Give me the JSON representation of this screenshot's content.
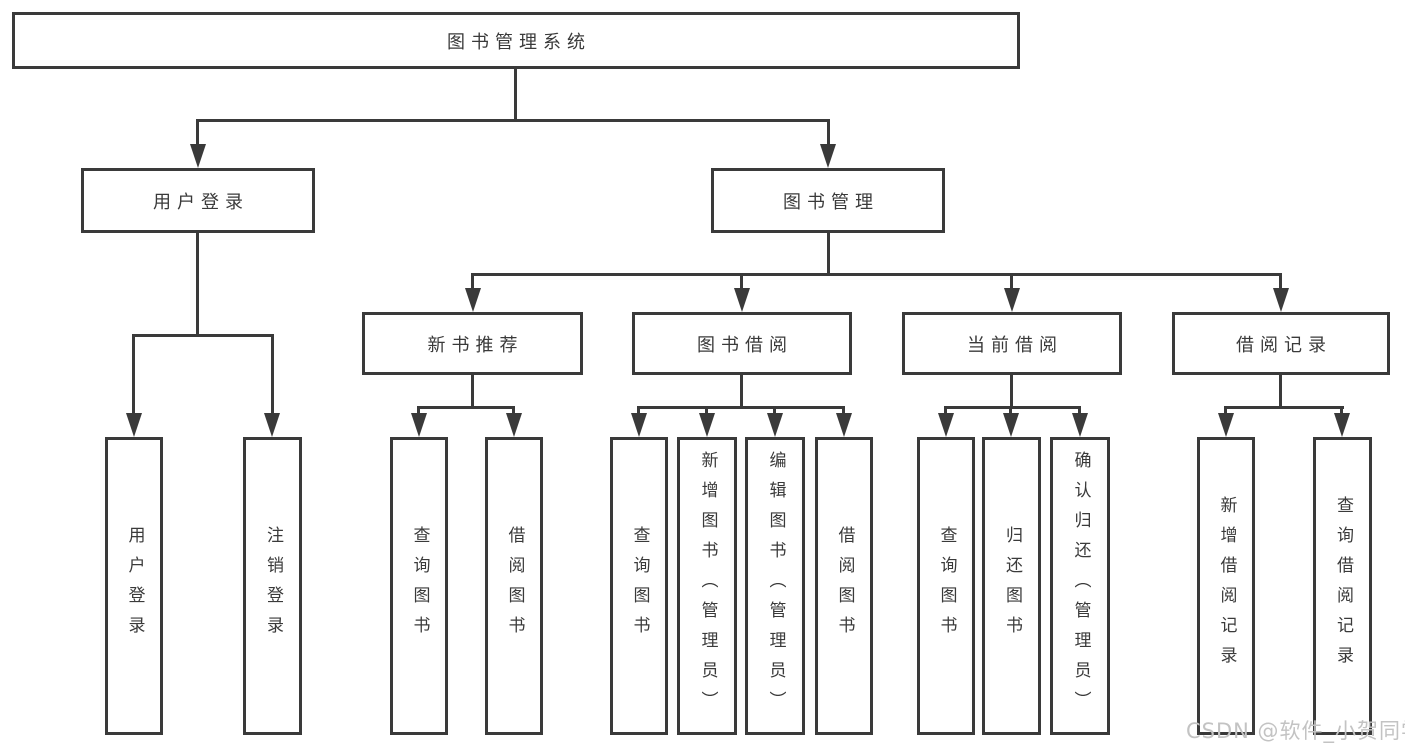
{
  "diagram": {
    "title": "图书管理系统",
    "nodes": {
      "root": {
        "label": "图书管理系统"
      },
      "user_login": {
        "label": "用户登录"
      },
      "book_management": {
        "label": "图书管理"
      },
      "new_book_recommend": {
        "label": "新书推荐"
      },
      "book_borrowing": {
        "label": "图书借阅"
      },
      "current_borrowing": {
        "label": "当前借阅"
      },
      "borrowing_records": {
        "label": "借阅记录"
      },
      "leaf_user_login": {
        "label": "用户登录"
      },
      "leaf_logout": {
        "label": "注销登录"
      },
      "leaf_query_book_recommend": {
        "label": "查询图书"
      },
      "leaf_borrow_book_recommend": {
        "label": "借阅图书"
      },
      "leaf_query_book_borrowing": {
        "label": "查询图书"
      },
      "leaf_add_book_admin": {
        "label": "新增图书（管理员）"
      },
      "leaf_edit_book_admin": {
        "label": "编辑图书（管理员）"
      },
      "leaf_borrow_book_borrowing": {
        "label": "借阅图书"
      },
      "leaf_query_book_current": {
        "label": "查询图书"
      },
      "leaf_return_book": {
        "label": "归还图书"
      },
      "leaf_confirm_return_admin": {
        "label": "确认归还（管理员）"
      },
      "leaf_add_borrow_record": {
        "label": "新增借阅记录"
      },
      "leaf_query_borrow_record": {
        "label": "查询借阅记录"
      }
    },
    "hierarchy": [
      {
        "parent": "图书管理系统",
        "children": [
          "用户登录",
          "图书管理"
        ]
      },
      {
        "parent": "用户登录",
        "children": [
          "用户登录",
          "注销登录"
        ]
      },
      {
        "parent": "图书管理",
        "children": [
          "新书推荐",
          "图书借阅",
          "当前借阅",
          "借阅记录"
        ]
      },
      {
        "parent": "新书推荐",
        "children": [
          "查询图书",
          "借阅图书"
        ]
      },
      {
        "parent": "图书借阅",
        "children": [
          "查询图书",
          "新增图书（管理员）",
          "编辑图书（管理员）",
          "借阅图书"
        ]
      },
      {
        "parent": "当前借阅",
        "children": [
          "查询图书",
          "归还图书",
          "确认归还（管理员）"
        ]
      },
      {
        "parent": "借阅记录",
        "children": [
          "新增借阅记录",
          "查询借阅记录"
        ]
      }
    ],
    "colors": {
      "line": "#3a3a3a",
      "text": "#3a3a3a",
      "background": "#ffffff",
      "watermark": "#c3c3c3"
    }
  },
  "watermark": {
    "text": "CSDN @软件_小贺同学"
  }
}
